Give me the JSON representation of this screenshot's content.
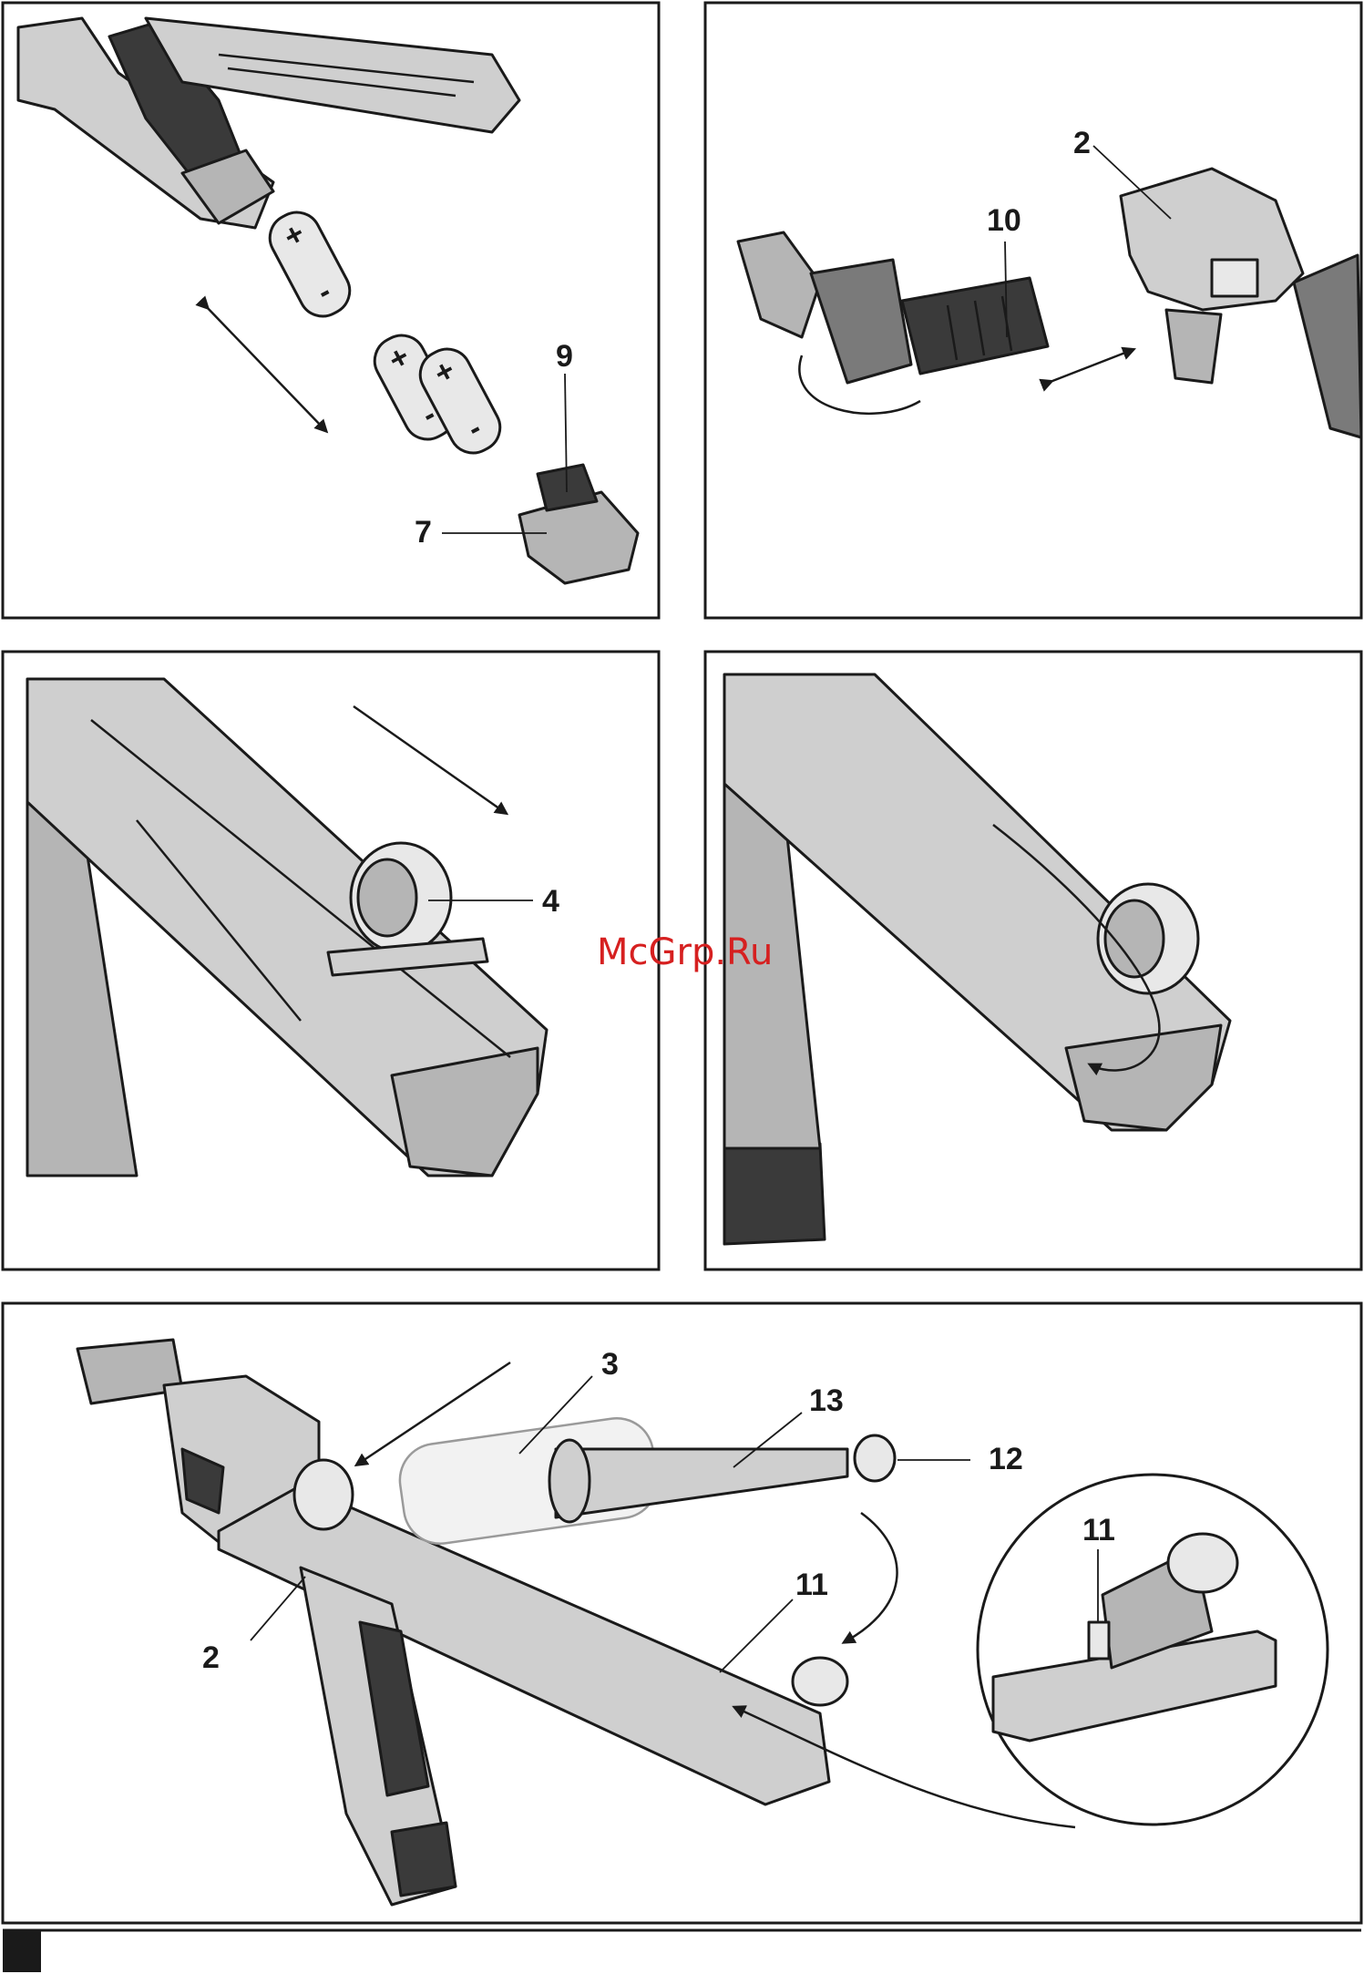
{
  "watermark": "McGrp.Ru",
  "panels": {
    "battery": {
      "callouts": [
        "9",
        "7"
      ],
      "cell_signs": [
        "+",
        "-",
        "+",
        "-",
        "+",
        "-"
      ]
    },
    "attachment": {
      "callouts": [
        "2",
        "10"
      ]
    },
    "ring": {
      "callouts": [
        "4"
      ]
    },
    "rotate": {
      "callouts": []
    },
    "assembly": {
      "callouts": [
        "3",
        "13",
        "12",
        "11",
        "2"
      ],
      "inset_callouts": [
        "11"
      ]
    }
  },
  "colors": {
    "line": "#1a1a1a",
    "body": "#cfcfcf",
    "dark": "#3a3a3a",
    "watermark": "#d62020"
  }
}
